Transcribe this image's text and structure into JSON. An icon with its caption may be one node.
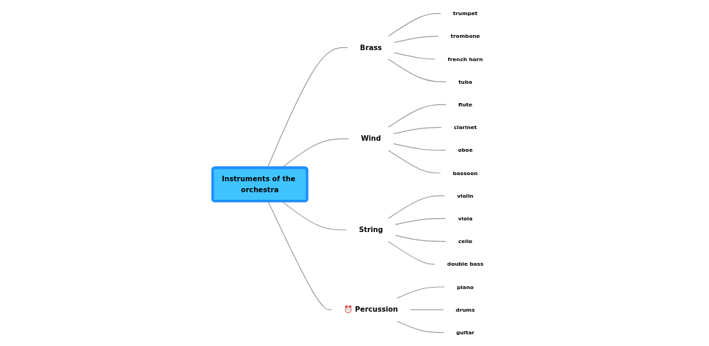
{
  "diagram": {
    "nodes": [
      {
        "text": [
          "Instruments of the orchestra"
        ]
      },
      {
        "text": [
          "Brass"
        ]
      },
      {
        "text": [
          "trumpet"
        ]
      },
      {
        "text": [
          "trombone"
        ]
      },
      {
        "text": [
          "french horn"
        ]
      },
      {
        "text": [
          "tuba"
        ]
      },
      {
        "text": [
          "Wind"
        ]
      },
      {
        "text": [
          "flute"
        ]
      },
      {
        "text": [
          "clarinet"
        ]
      },
      {
        "text": [
          "oboe"
        ]
      },
      {
        "text": [
          "bassoon"
        ]
      },
      {
        "text": [
          "String"
        ]
      },
      {
        "text": [
          "violin"
        ]
      },
      {
        "text": [
          "viola"
        ]
      },
      {
        "text": [
          "cello"
        ]
      },
      {
        "text": [
          "double bass"
        ]
      },
      {
        "text": [
          "⏰ Percussion"
        ]
      },
      {
        "text": [
          "piano"
        ]
      },
      {
        "text": [
          "drums"
        ]
      },
      {
        "text": [
          "guitar"
        ]
      }
    ],
    "edges": [
      {
        "from": 0,
        "to": 1,
        "arrow": "none"
      },
      {
        "from": 1,
        "to": 2,
        "arrow": "none"
      },
      {
        "from": 1,
        "to": 3,
        "arrow": "none"
      },
      {
        "from": 1,
        "to": 4,
        "arrow": "none"
      },
      {
        "from": 1,
        "to": 5,
        "arrow": "none"
      },
      {
        "from": 0,
        "to": 6,
        "arrow": "none"
      },
      {
        "from": 6,
        "to": 7,
        "arrow": "none"
      },
      {
        "from": 6,
        "to": 8,
        "arrow": "none"
      },
      {
        "from": 6,
        "to": 9,
        "arrow": "none"
      },
      {
        "from": 6,
        "to": 10,
        "arrow": "none"
      },
      {
        "from": 0,
        "to": 11,
        "arrow": "none"
      },
      {
        "from": 11,
        "to": 12,
        "arrow": "none"
      },
      {
        "from": 11,
        "to": 13,
        "arrow": "none"
      },
      {
        "from": 11,
        "to": 14,
        "arrow": "none"
      },
      {
        "from": 11,
        "to": 15,
        "arrow": "none"
      },
      {
        "from": 0,
        "to": 16,
        "arrow": "none"
      },
      {
        "from": 16,
        "to": 17,
        "arrow": "none"
      },
      {
        "from": 16,
        "to": 18,
        "arrow": "none"
      },
      {
        "from": 16,
        "to": 19,
        "arrow": "none"
      }
    ]
  }
}
